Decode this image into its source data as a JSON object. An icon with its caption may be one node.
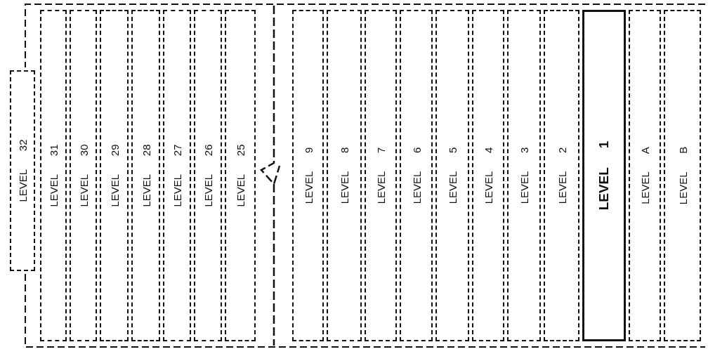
{
  "diagram": {
    "nodes": [
      {
        "text": [
          "LEVEL 32"
        ]
      },
      {
        "text": [
          "LEVEL 31"
        ]
      },
      {
        "text": [
          "LEVEL 30"
        ]
      },
      {
        "text": [
          "LEVEL 29"
        ]
      },
      {
        "text": [
          "LEVEL 28"
        ]
      },
      {
        "text": [
          "LEVEL 27"
        ]
      },
      {
        "text": [
          "LEVEL 26"
        ]
      },
      {
        "text": [
          "LEVEL 25"
        ]
      },
      {
        "text": [
          "LEVEL 9"
        ]
      },
      {
        "text": [
          "LEVEL 8"
        ]
      },
      {
        "text": [
          "LEVEL 7"
        ]
      },
      {
        "text": [
          "LEVEL 6"
        ]
      },
      {
        "text": [
          "LEVEL 5"
        ]
      },
      {
        "text": [
          "LEVEL 4"
        ]
      },
      {
        "text": [
          "LEVEL 3"
        ]
      },
      {
        "text": [
          "LEVEL 2"
        ]
      },
      {
        "text": [
          "LEVEL 1"
        ]
      },
      {
        "text": [
          "LEVEL A"
        ]
      },
      {
        "text": [
          "LEVEL B"
        ]
      }
    ]
  }
}
